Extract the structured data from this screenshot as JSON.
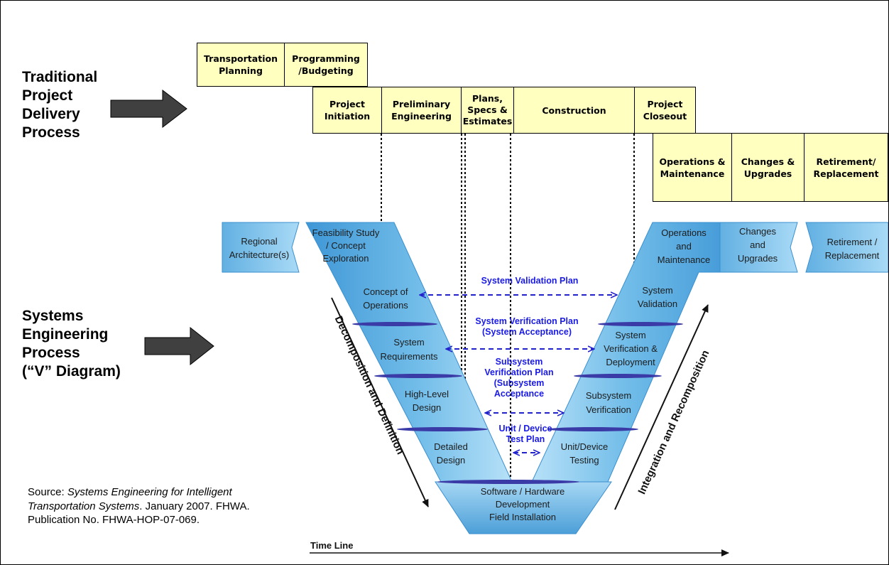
{
  "traditional_title": [
    "Traditional",
    "Project",
    "Delivery",
    "Process"
  ],
  "systems_title": [
    "Systems",
    "Engineering",
    "Process",
    "(“V” Diagram)"
  ],
  "phases": {
    "transportation_planning": [
      "Transportation",
      "Planning"
    ],
    "programming_budgeting": [
      "Programming",
      "/Budgeting"
    ],
    "project_initiation": [
      "Project",
      "Initiation"
    ],
    "preliminary_engineering": [
      "Preliminary",
      "Engineering"
    ],
    "plans_specs": [
      "Plans,",
      "Specs &",
      "Estimates"
    ],
    "construction": [
      "Construction"
    ],
    "project_closeout": [
      "Project",
      "Closeout"
    ],
    "operations_maintenance": [
      "Operations &",
      "Maintenance"
    ],
    "changes_upgrades": [
      "Changes &",
      "Upgrades"
    ],
    "retirement_replacement": [
      "Retirement/",
      "Replacement"
    ]
  },
  "v_labels": {
    "regional_architecture": [
      "Regional",
      "Architecture(s)"
    ],
    "feasibility": [
      "Feasibility Study",
      "/ Concept",
      "Exploration"
    ],
    "concept_ops": [
      "Concept of",
      "Operations"
    ],
    "system_requirements": [
      "System",
      "Requirements"
    ],
    "high_level_design": [
      "High-Level",
      "Design"
    ],
    "detailed_design": [
      "Detailed",
      "Design"
    ],
    "software_hardware": [
      "Software / Hardware",
      "Development",
      "Field Installation"
    ],
    "unit_device_testing": [
      "Unit/Device",
      "Testing"
    ],
    "subsystem_verification": [
      "Subsystem",
      "Verification"
    ],
    "system_verification_deployment": [
      "System",
      "Verification &",
      "Deployment"
    ],
    "system_validation": [
      "System",
      "Validation"
    ],
    "operations_and_maintenance": [
      "Operations",
      "and",
      "Maintenance"
    ],
    "changes_and_upgrades": [
      "Changes",
      "and",
      "Upgrades"
    ],
    "retirement_replacement": [
      "Retirement /",
      "Replacement"
    ]
  },
  "plans": {
    "system_validation_plan": [
      "System Validation Plan"
    ],
    "system_verification_plan": [
      "System Verification Plan",
      "(System Acceptance)"
    ],
    "subsystem_verification_plan": [
      "Subsystem",
      "Verification Plan",
      "(Subsystem",
      "Acceptance"
    ],
    "unit_device_test_plan": [
      "Unit / Device",
      "Test Plan"
    ]
  },
  "axis_labels": {
    "decomposition": "Decomposition and Definition",
    "integration": "Integration and Recomposition",
    "time_line": "Time Line"
  },
  "source": {
    "prefix": "Source: ",
    "title": "Systems Engineering for Intelligent Transportation Systems",
    "suffix": ". January 2007. FHWA. Publication No. FHWA-HOP-07-069."
  },
  "colors": {
    "phase_box_fill": "#ffffc0",
    "v_blue_light": "#b8e0f8",
    "v_blue": "#5aaedf",
    "v_blue_dark": "#2e86c9",
    "plan_text": "#1a1ae6",
    "plan_arrow": "#2222cc"
  }
}
